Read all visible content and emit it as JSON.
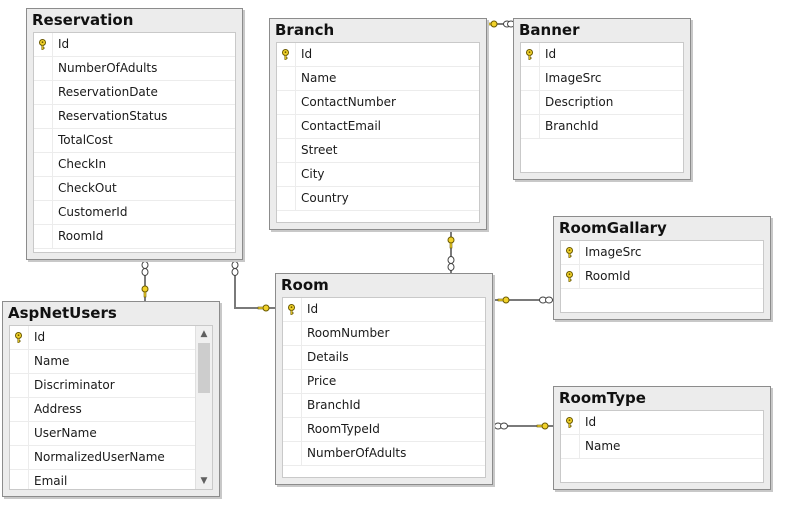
{
  "tables": {
    "reservation": {
      "title": "Reservation",
      "columns": [
        {
          "name": "Id",
          "pk": true
        },
        {
          "name": "NumberOfAdults",
          "pk": false
        },
        {
          "name": "ReservationDate",
          "pk": false
        },
        {
          "name": "ReservationStatus",
          "pk": false
        },
        {
          "name": "TotalCost",
          "pk": false
        },
        {
          "name": "CheckIn",
          "pk": false
        },
        {
          "name": "CheckOut",
          "pk": false
        },
        {
          "name": "CustomerId",
          "pk": false
        },
        {
          "name": "RoomId",
          "pk": false
        }
      ]
    },
    "branch": {
      "title": "Branch",
      "columns": [
        {
          "name": "Id",
          "pk": true
        },
        {
          "name": "Name",
          "pk": false
        },
        {
          "name": "ContactNumber",
          "pk": false
        },
        {
          "name": "ContactEmail",
          "pk": false
        },
        {
          "name": "Street",
          "pk": false
        },
        {
          "name": "City",
          "pk": false
        },
        {
          "name": "Country",
          "pk": false
        }
      ]
    },
    "banner": {
      "title": "Banner",
      "columns": [
        {
          "name": "Id",
          "pk": true
        },
        {
          "name": "ImageSrc",
          "pk": false
        },
        {
          "name": "Description",
          "pk": false
        },
        {
          "name": "BranchId",
          "pk": false
        }
      ]
    },
    "roomgallary": {
      "title": "RoomGallary",
      "columns": [
        {
          "name": "ImageSrc",
          "pk": true
        },
        {
          "name": "RoomId",
          "pk": true
        }
      ]
    },
    "aspnetusers": {
      "title": "AspNetUsers",
      "columns": [
        {
          "name": "Id",
          "pk": true
        },
        {
          "name": "Name",
          "pk": false
        },
        {
          "name": "Discriminator",
          "pk": false
        },
        {
          "name": "Address",
          "pk": false
        },
        {
          "name": "UserName",
          "pk": false
        },
        {
          "name": "NormalizedUserName",
          "pk": false
        },
        {
          "name": "Email",
          "pk": false
        }
      ]
    },
    "room": {
      "title": "Room",
      "columns": [
        {
          "name": "Id",
          "pk": true
        },
        {
          "name": "RoomNumber",
          "pk": false
        },
        {
          "name": "Details",
          "pk": false
        },
        {
          "name": "Price",
          "pk": false
        },
        {
          "name": "BranchId",
          "pk": false
        },
        {
          "name": "RoomTypeId",
          "pk": false
        },
        {
          "name": "NumberOfAdults",
          "pk": false
        }
      ]
    },
    "roomtype": {
      "title": "RoomType",
      "columns": [
        {
          "name": "Id",
          "pk": true
        },
        {
          "name": "Name",
          "pk": false
        }
      ]
    }
  },
  "colors": {
    "connector": "#7a7a7a",
    "key": "#f2d22a",
    "key_outline": "#6b5a00"
  }
}
